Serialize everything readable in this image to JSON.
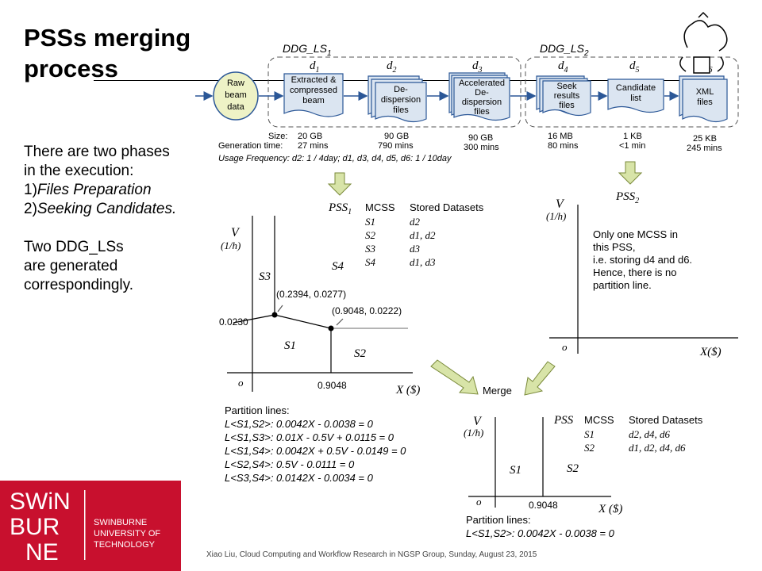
{
  "slide": {
    "title_line1": "PSSs merging",
    "title_line2": "process",
    "intro": {
      "line1": "There are two phases",
      "line2": "in the execution:",
      "item1_prefix": "1)",
      "item1": "Files Preparation",
      "item2_prefix": "2)",
      "item2": "Seeking Candidates.",
      "line3": "Two DDG_LSs",
      "line4": "are generated",
      "line5": "correspondingly."
    },
    "footer": "Xiao Liu, Cloud Computing and Workflow Research in NGSP Group, Sunday, August 23, 2015"
  },
  "ddg": {
    "ls1": "DDG_LS",
    "ls1_sub": "1",
    "ls2": "DDG_LS",
    "ls2_sub": "2",
    "raw": [
      "Raw",
      "beam",
      "data"
    ],
    "datasets": [
      {
        "label": "d",
        "sub": "1",
        "box": [
          "Extracted &",
          "compressed",
          "beam"
        ],
        "size": "20 GB",
        "time": "27 mins"
      },
      {
        "label": "d",
        "sub": "2",
        "box": [
          "De-",
          "dispersion",
          "files"
        ],
        "size": "90 GB",
        "time": "790 mins"
      },
      {
        "label": "d",
        "sub": "3",
        "box": [
          "Accelerated",
          "De-",
          "dispersion",
          "files"
        ],
        "size": "90 GB",
        "time": "300 mins"
      },
      {
        "label": "d",
        "sub": "4",
        "box": [
          "Seek",
          "results",
          "files"
        ],
        "size": "16 MB",
        "time": "80 mins"
      },
      {
        "label": "d",
        "sub": "5",
        "box": [
          "Candidate",
          "list"
        ],
        "size": "1 KB",
        "time": "<1 min"
      },
      {
        "label": "d",
        "sub": "6",
        "box": [
          "XML",
          "files"
        ],
        "size": "25 KB",
        "time": "245 mins"
      }
    ],
    "size_label": "Size:",
    "gen_label": "Generation time:",
    "usage": "Usage Frequency: d2: 1 / 4day;   d1, d3, d4, d5, d6: 1 / 10day"
  },
  "pss1": {
    "name": "PSS",
    "name_sub": "1",
    "col1": "MCSS",
    "col2": "Stored Datasets",
    "rows": [
      {
        "mcss": "S1",
        "stored": "d2"
      },
      {
        "mcss": "S2",
        "stored": "d1, d2"
      },
      {
        "mcss": "S3",
        "stored": "d3"
      },
      {
        "mcss": "S4",
        "stored": "d1, d3"
      }
    ],
    "axis_v": "V",
    "axis_v_unit": "(1/h)",
    "axis_x": "X ($)",
    "origin": "o",
    "tick_y": "0.0230",
    "tick_x": "0.9048",
    "point1": "(0.2394, 0.0277)",
    "point2": "(0.9048, 0.0222)",
    "regions": [
      "S3",
      "S4",
      "S1",
      "S2"
    ]
  },
  "partition": {
    "title": "Partition lines:",
    "lines": [
      "L<S1,S2>: 0.0042X - 0.0038 = 0",
      "L<S1,S3>: 0.01X - 0.5V + 0.0115 = 0",
      "L<S1,S4>: 0.0042X + 0.5V - 0.0149 = 0",
      "L<S2,S4>: 0.5V - 0.0111 = 0",
      "L<S3,S4>: 0.0142X - 0.0034 = 0"
    ]
  },
  "pss2": {
    "name": "PSS",
    "name_sub": "2",
    "axis_v": "V",
    "axis_v_unit": "(1/h)",
    "axis_x": "X($)",
    "origin": "o",
    "note": [
      "Only one MCSS in",
      "this PSS,",
      "i.e. storing d4 and d6.",
      "Hence, there is no",
      "partition line."
    ]
  },
  "merge": {
    "label": "Merge",
    "name": "PSS",
    "col1": "MCSS",
    "col2": "Stored Datasets",
    "rows": [
      {
        "mcss": "S1",
        "stored": "d2, d4, d6"
      },
      {
        "mcss": "S2",
        "stored": "d1, d2, d4, d6"
      }
    ],
    "axis_v": "V",
    "axis_v_unit": "(1/h)",
    "axis_x": "X ($)",
    "origin": "o",
    "tick_x": "0.9048",
    "regions": [
      "S1",
      "S2"
    ],
    "partition_title": "Partition lines:",
    "partition_line": "L<S1,S2>: 0.0042X - 0.0038 = 0"
  },
  "logo": {
    "mark_lines": [
      "SWiN",
      "BUR",
      "NE"
    ],
    "text_lines": [
      "SWINBURNE",
      "UNIVERSITY OF",
      "TECHNOLOGY"
    ]
  },
  "colors": {
    "accent": "#c8102e",
    "box_fill": "#dbe5f1",
    "raw_fill": "#eef2c6",
    "arrow_fill": "#d8e4a8",
    "dash": "#555555"
  }
}
